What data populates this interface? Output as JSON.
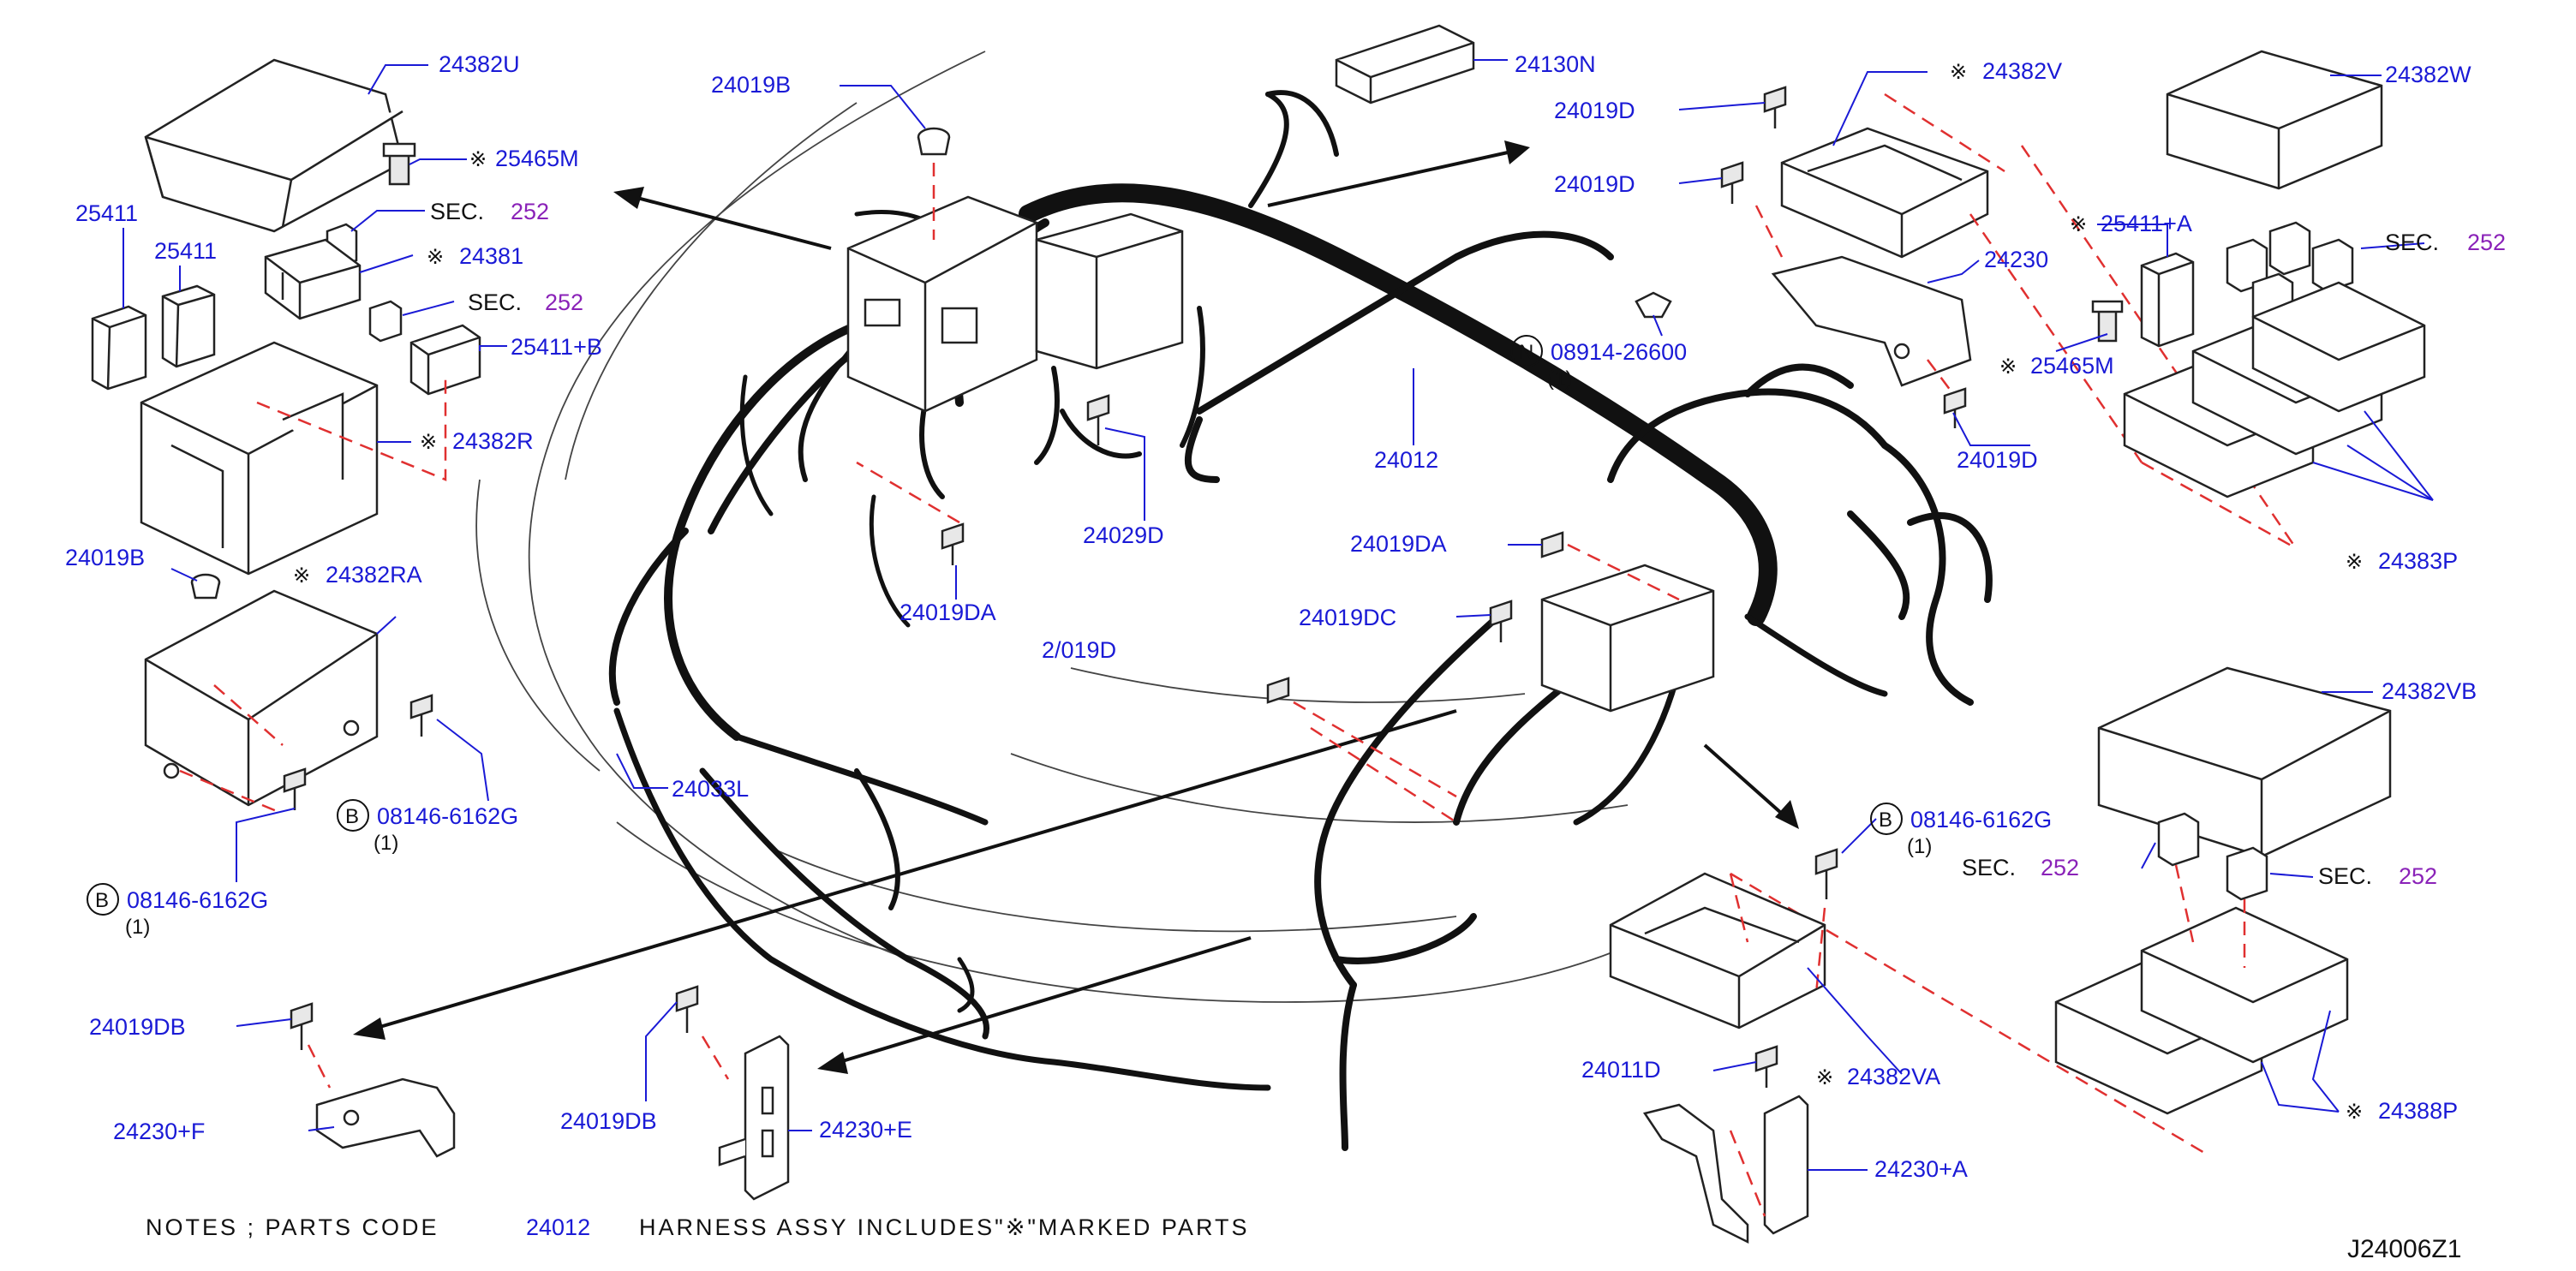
{
  "diagram": {
    "code": "J24006Z1",
    "notes": {
      "prefix": "NOTES ; PARTS CODE",
      "part": "24012",
      "suffix": "HARNESS ASSY INCLUDES\"※\"MARKED PARTS"
    },
    "callouts": {
      "p24382U": "24382U",
      "p25465M_a": "25465M",
      "p25411_a": "25411",
      "p25411_b": "25411",
      "sec_a": "SEC.",
      "sec_a_num": "252",
      "p24381": "24381",
      "sec_b": "SEC.",
      "sec_b_num": "252",
      "p25411B": "25411+B",
      "p24382R": "24382R",
      "p24019B_left": "24019B",
      "p24382RA": "24382RA",
      "p08146_a": "08146-6162G",
      "p08146_a_qty": "(1)",
      "p08146_b": "08146-6162G",
      "p08146_b_qty": "(1)",
      "p24019DB_left": "24019DB",
      "p24230F": "24230+F",
      "p24019B_top": "24019B",
      "p24130N": "24130N",
      "p24019D_a": "24019D",
      "p24019D_b": "24019D",
      "p24382V": "24382V",
      "p24382W": "24382W",
      "p24230": "24230",
      "p08914": "08914-26600",
      "p08914_qty": "(1)",
      "p24012": "24012",
      "p24029D": "24029D",
      "p24019DA_a": "24019DA",
      "p24019DA_b": "24019DA",
      "p24019DC": "24019DC",
      "p24019D_partial": "2/019D",
      "p24033L": "24033L",
      "p24019DB_mid": "24019DB",
      "p24230E": "24230+E",
      "p25411A": "25411+A",
      "sec_c": "SEC.",
      "sec_c_num": "252",
      "p25465M_b": "25465M",
      "p24019D_c": "24019D",
      "p24383P": "24383P",
      "p24382VB_partial": "24382VB",
      "p08146_c": "08146-6162G",
      "p08146_c_qty": "(1)",
      "sec_d": "SEC.",
      "sec_d_num": "252",
      "sec_e": "SEC.",
      "sec_e_num": "252",
      "p24011D": "24011D",
      "p24382VA": "24382VA",
      "p24388P": "24388P",
      "p24230A": "24230+A"
    },
    "symbols": {
      "kome": "※",
      "circle_b": "B",
      "circle_n": "N"
    },
    "colors": {
      "label_blue": "#1a1ad6",
      "section_purple": "#8a22b8",
      "dash_red": "#e03030",
      "harness_black": "#111111"
    }
  }
}
